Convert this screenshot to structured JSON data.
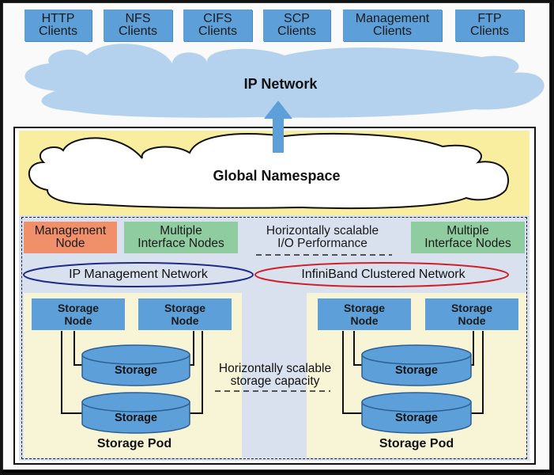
{
  "clients": [
    {
      "line1": "HTTP",
      "line2": "Clients"
    },
    {
      "line1": "NFS",
      "line2": "Clients"
    },
    {
      "line1": "CIFS",
      "line2": "Clients"
    },
    {
      "line1": "SCP",
      "line2": "Clients"
    },
    {
      "line1": "Management",
      "line2": "Clients"
    },
    {
      "line1": "FTP",
      "line2": "Clients"
    }
  ],
  "ip_network": {
    "label": "IP Network"
  },
  "global_namespace": {
    "label": "Global Namespace"
  },
  "io_tier": {
    "management_node": {
      "line1": "Management",
      "line2": "Node"
    },
    "interface_nodes_left": {
      "line1": "Multiple",
      "line2": "Interface Nodes"
    },
    "io_scaling": {
      "line1": "Horizontally scalable",
      "line2": "I/O Performance"
    },
    "interface_nodes_right": {
      "line1": "Multiple",
      "line2": "Interface Nodes"
    }
  },
  "networks": {
    "ip_management": "IP Management Network",
    "infiniband": "InfiniBand Clustered Network"
  },
  "storage_scaling": {
    "line1": "Horizontally scalable",
    "line2": "storage capacity"
  },
  "pods": [
    {
      "label": "Storage Pod",
      "nodes": [
        {
          "line1": "Storage",
          "line2": "Node"
        },
        {
          "line1": "Storage",
          "line2": "Node"
        }
      ],
      "storage": [
        "Storage",
        "Storage"
      ]
    },
    {
      "label": "Storage Pod",
      "nodes": [
        {
          "line1": "Storage",
          "line2": "Node"
        },
        {
          "line1": "Storage",
          "line2": "Node"
        }
      ],
      "storage": [
        "Storage",
        "Storage"
      ]
    }
  ],
  "colors": {
    "client_blue": "#5d9fd8",
    "cloud_blue": "#b4d2ee",
    "namespace_yellow": "#f9eea0",
    "management_orange": "#f0906a",
    "interface_green": "#8fcc9f",
    "ip_mgmt_ellipse": "#1f2a8a",
    "infiniband_ellipse": "#d0202a",
    "pod_bg": "#f8f4d6",
    "lower_bg": "#d9e0ee"
  }
}
